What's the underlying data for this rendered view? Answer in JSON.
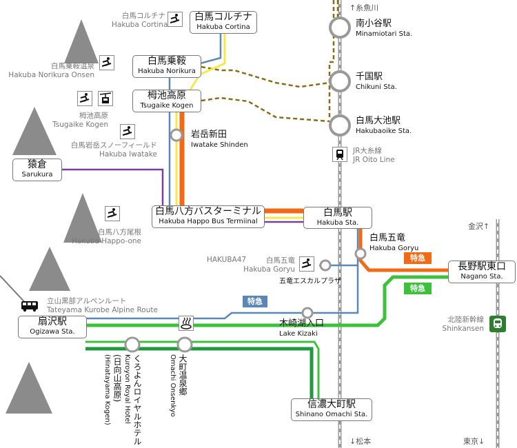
{
  "stations": {
    "hakuba_cortina": {
      "jp": "白馬コルチナ",
      "en": "Hakuba Cortina"
    },
    "hakuba_norikura": {
      "jp": "白馬乗鞍",
      "en": "Hakuba Norikura"
    },
    "tsugaike_kogen": {
      "jp": "栂池高原",
      "en": "Tsugaike Kogen"
    },
    "sarukura": {
      "jp": "猿倉",
      "en": "Sarukura"
    },
    "happo_bus_terminal": {
      "jp": "白馬八方バスターミナル",
      "en": "Hakuba Happo Bus Termiinal"
    },
    "hakuba_sta": {
      "jp": "白馬駅",
      "en": "Hakuba Sta."
    },
    "nagano_east": {
      "jp": "長野駅東口",
      "en": "Nagano Sta."
    },
    "ogizawa": {
      "jp": "扇沢駅",
      "en": "Ogizawa Sta."
    },
    "shinano_omachi": {
      "jp": "信濃大町駅",
      "en": "Shinano Omachi Sta."
    }
  },
  "stops": {
    "minamiotari": {
      "jp": "南小谷駅",
      "en": "Minamiotari Sta."
    },
    "chikuni": {
      "jp": "千国駅",
      "en": "Chikuni Sta."
    },
    "hakubaoike": {
      "jp": "白馬大池駅",
      "en": "Hakubaoike Sta."
    },
    "iwatake_shinden": {
      "jp": "岩岳新田",
      "en": "Iwatake Shinden"
    },
    "hakuba_goryu": {
      "jp": "白馬五竜",
      "en": "Hakuba Goryu"
    },
    "lake_kizaki": {
      "jp": "木崎湖入口",
      "en": "Lake Kizaki"
    },
    "goryu_escal": {
      "jp": "五竜エスカルプラザ"
    },
    "royal_hotel": {
      "jp": "くろよんロイヤルホテル",
      "en": "Kuroyon Royal Hotel",
      "jp2": "(日向山高原)",
      "en2": "(Hinatayama Kogen)"
    },
    "omachi_onsenkyo": {
      "jp": "大町温泉郷",
      "en": "Omachi Onsenkyo"
    }
  },
  "areas": {
    "cortina": {
      "jp": "白馬コルチナ",
      "en": "Hakuba Cortina"
    },
    "norikura_onsen": {
      "jp": "白馬乗鞍温泉",
      "en": "Hakuba Norikura Onsen"
    },
    "tsugaike": {
      "jp": "栂池高原",
      "en": "Tsugaike Kogen"
    },
    "iwatake": {
      "jp": "白馬岩岳スノーフィールド",
      "en": "Hakuba Iwatake"
    },
    "happo_one": {
      "jp": "白馬八方尾根",
      "en": "Hakuba Happo-one"
    },
    "hakuba47": {
      "jp": "HAKUBA47"
    },
    "goryu": {
      "jp": "白馬五竜",
      "en": "Hakuba Goryu"
    },
    "alpine_route": {
      "jp": "立山黒部アルペンルート",
      "en": "Tateyama Kurobe Alpine Route"
    }
  },
  "directions": {
    "itoigawa": "↑糸魚川",
    "matsumoto": "↓松本",
    "kanazawa": "金沢↑",
    "tokyo": "東京↓"
  },
  "rail": {
    "oito": {
      "jp": "JR大糸線",
      "en": "JR Oito Line"
    },
    "shinkansen": {
      "jp": "北陸新幹線",
      "en": "Shinkansen"
    }
  },
  "badges": {
    "express_orange": "特急",
    "express_green": "特急",
    "express_blue": "特急"
  },
  "colors": {
    "orange": "#f26a13",
    "yellow": "#f7e84a",
    "purple": "#7b3d9e",
    "blue": "#5a86b8",
    "green": "#3dc13d",
    "dark_green": "#1e9a3c",
    "brown": "#8b6a14",
    "rail_gray": "#9a9a9a"
  },
  "icons": [
    "ski-icon",
    "gondola-icon",
    "train-icon",
    "bus-icon",
    "onsen-icon",
    "shinkansen-icon",
    "mountain-icon"
  ]
}
